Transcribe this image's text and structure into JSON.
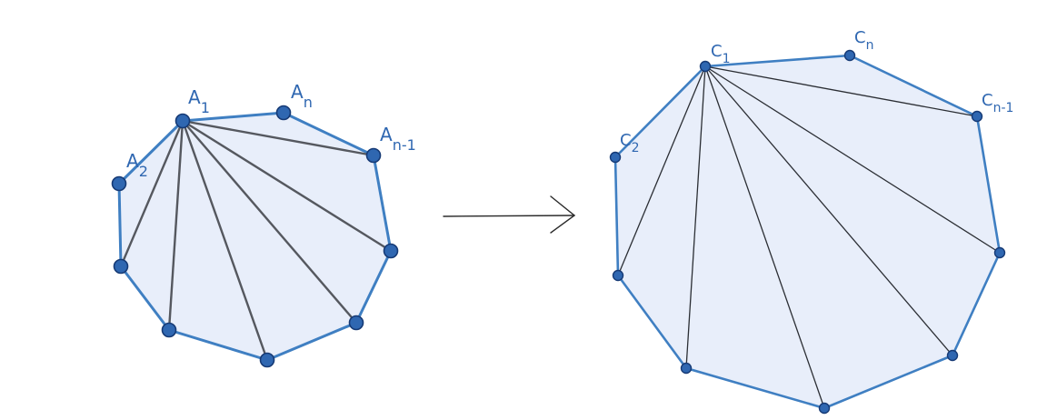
{
  "colors": {
    "polygon_fill": "#e8eefa",
    "polygon_edge": "#3f7fc2",
    "vertex_dot": "#2f67b1",
    "vertex_outline": "#163a75",
    "label_text": "#2f67b1",
    "diagonal": "#2b2e34",
    "arrow": "#2a2a2a"
  },
  "left_polygon": {
    "labels": {
      "a1": {
        "base": "A",
        "sub": "1"
      },
      "an": {
        "base": "A",
        "sub": "n"
      },
      "an_minus_1": {
        "base": "A",
        "sub": "n-1"
      },
      "a2": {
        "base": "A",
        "sub": "2"
      }
    }
  },
  "right_polygon": {
    "labels": {
      "c1": {
        "base": "C",
        "sub": "1"
      },
      "cn": {
        "base": "C",
        "sub": "n"
      },
      "cn_minus_1": {
        "base": "C",
        "sub": "n-1"
      },
      "c2": {
        "base": "C",
        "sub": "2"
      }
    }
  },
  "arrow": {
    "icon": "right-arrow-icon"
  }
}
